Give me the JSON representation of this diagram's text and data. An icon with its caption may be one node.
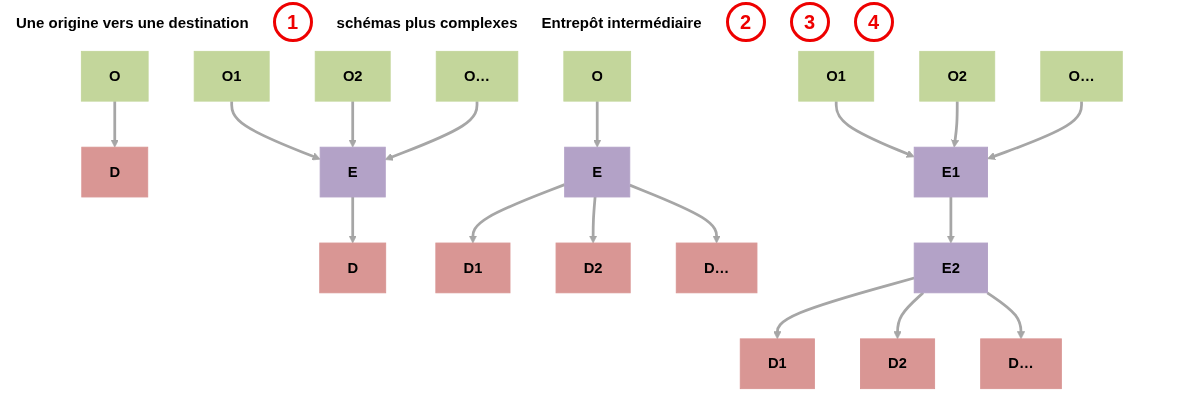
{
  "diagram": {
    "nodes": [
      {
        "text": [
          "O"
        ]
      },
      {
        "text": [
          "D"
        ]
      },
      {
        "text": [
          "O1"
        ]
      },
      {
        "text": [
          "O2"
        ]
      },
      {
        "text": [
          "O…"
        ]
      },
      {
        "text": [
          "E"
        ]
      },
      {
        "text": [
          "D"
        ]
      },
      {
        "text": [
          "O"
        ]
      },
      {
        "text": [
          "E"
        ]
      },
      {
        "text": [
          "D1"
        ]
      },
      {
        "text": [
          "D2"
        ]
      },
      {
        "text": [
          "D…"
        ]
      },
      {
        "text": [
          "O1"
        ]
      },
      {
        "text": [
          "O2"
        ]
      },
      {
        "text": [
          "O…"
        ]
      },
      {
        "text": [
          "E1"
        ]
      },
      {
        "text": [
          "E2"
        ]
      },
      {
        "text": [
          "D1"
        ]
      },
      {
        "text": [
          "D2"
        ]
      },
      {
        "text": [
          "D…"
        ]
      }
    ],
    "edges": [
      {
        "from": 0,
        "to": 1,
        "arrow": "to"
      },
      {
        "from": 2,
        "to": 5,
        "arrow": "to"
      },
      {
        "from": 3,
        "to": 5,
        "arrow": "to"
      },
      {
        "from": 4,
        "to": 5,
        "arrow": "to"
      },
      {
        "from": 5,
        "to": 6,
        "arrow": "to"
      },
      {
        "from": 7,
        "to": 8,
        "arrow": "to"
      },
      {
        "from": 8,
        "to": 9,
        "arrow": "to"
      },
      {
        "from": 8,
        "to": 10,
        "arrow": "to"
      },
      {
        "from": 8,
        "to": 11,
        "arrow": "to"
      },
      {
        "from": 12,
        "to": 15,
        "arrow": "to"
      },
      {
        "from": 13,
        "to": 15,
        "arrow": "to"
      },
      {
        "from": 14,
        "to": 15,
        "arrow": "to"
      },
      {
        "from": 15,
        "to": 16,
        "arrow": "to"
      },
      {
        "from": 16,
        "to": 17,
        "arrow": "to"
      },
      {
        "from": 16,
        "to": 18,
        "arrow": "to"
      },
      {
        "from": 16,
        "to": 19,
        "arrow": "to"
      }
    ],
    "labels": [
      "Une origine vers une destination",
      "1",
      "schémas plus complexes",
      "Entrepôt intermédiaire",
      "2",
      "3",
      "4"
    ]
  }
}
